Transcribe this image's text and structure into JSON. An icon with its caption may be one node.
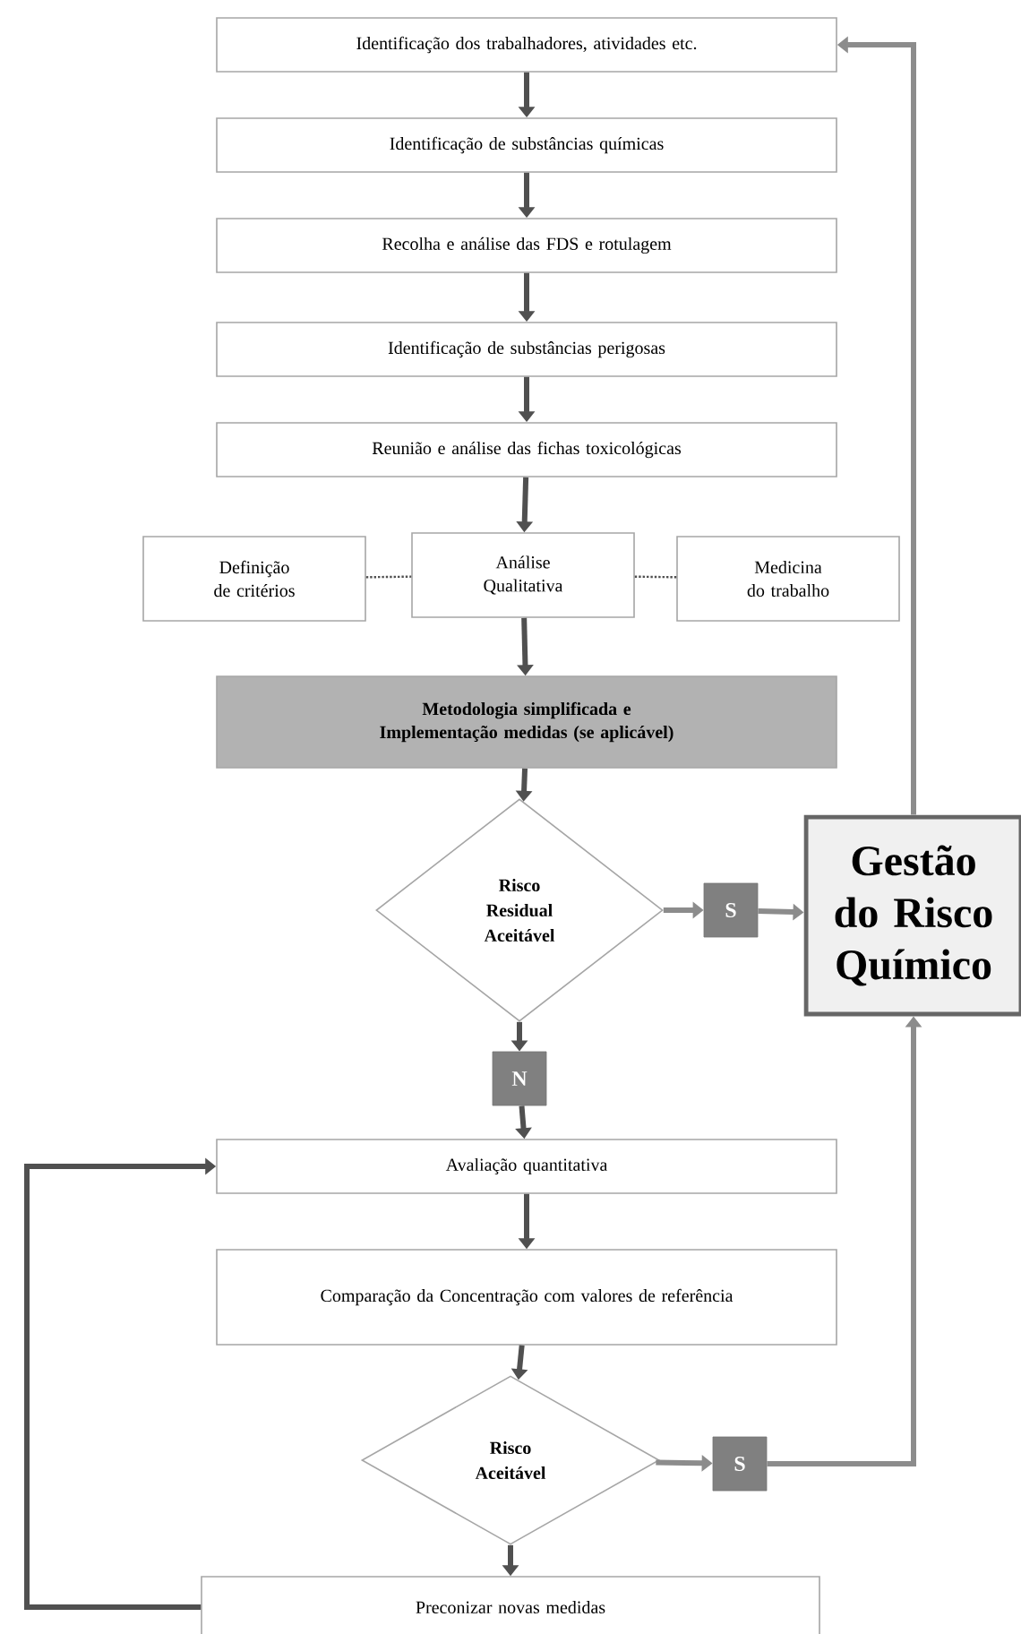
{
  "diagram": {
    "nodes": [
      {
        "text": [
          "Identificação dos trabalhadores, atividades etc."
        ]
      },
      {
        "text": [
          "Identificação de substâncias químicas"
        ]
      },
      {
        "text": [
          "Recolha e análise das FDS e rotulagem"
        ]
      },
      {
        "text": [
          "Identificação de substâncias perigosas"
        ]
      },
      {
        "text": [
          "Reunião e análise das fichas toxicológicas"
        ]
      },
      {
        "text": [
          "Definição de critérios"
        ]
      },
      {
        "text": [
          "Análise Qualitativa"
        ]
      },
      {
        "text": [
          "Medicina do trabalho"
        ]
      },
      {
        "text": [
          "Metodologia simplificada e Implementação medidas (se aplicável)"
        ]
      },
      {
        "text": [
          "Risco Residual Aceitável"
        ]
      },
      {
        "text": [
          "S"
        ]
      },
      {
        "text": [
          "Gestão do Risco Químico"
        ]
      },
      {
        "text": [
          "N"
        ]
      },
      {
        "text": [
          "Avaliação quantitativa"
        ]
      },
      {
        "text": [
          "Comparação da Concentração com valores de referência"
        ]
      },
      {
        "text": [
          "Risco Aceitável"
        ]
      },
      {
        "text": [
          "S"
        ]
      },
      {
        "text": [
          "Preconizar novas medidas"
        ]
      }
    ],
    "edges": [
      {
        "from": 0,
        "to": 1,
        "arrow": "to"
      },
      {
        "from": 1,
        "to": 2,
        "arrow": "to"
      },
      {
        "from": 2,
        "to": 3,
        "arrow": "to"
      },
      {
        "from": 3,
        "to": 4,
        "arrow": "to"
      },
      {
        "from": 4,
        "to": 6,
        "arrow": "to"
      },
      {
        "from": 5,
        "to": 6,
        "arrow": "none",
        "style": "dashed"
      },
      {
        "from": 6,
        "to": 7,
        "arrow": "none",
        "style": "dashed"
      },
      {
        "from": 6,
        "to": 8,
        "arrow": "to"
      },
      {
        "from": 8,
        "to": 9,
        "arrow": "to"
      },
      {
        "from": 9,
        "to": 10,
        "arrow": "to",
        "color": "#8c8c8c"
      },
      {
        "from": 10,
        "to": 11,
        "arrow": "to",
        "color": "#8c8c8c"
      },
      {
        "from": 9,
        "to": 12,
        "arrow": "to"
      },
      {
        "from": 12,
        "to": 13,
        "arrow": "to"
      },
      {
        "from": 13,
        "to": 14,
        "arrow": "to"
      },
      {
        "from": 14,
        "to": 15,
        "arrow": "to"
      },
      {
        "from": 15,
        "to": 16,
        "arrow": "to",
        "color": "#8c8c8c"
      },
      {
        "from": 16,
        "to": 11,
        "arrow": "to",
        "color": "#8c8c8c"
      },
      {
        "from": 11,
        "to": 0,
        "arrow": "to",
        "color": "#8c8c8c"
      },
      {
        "from": 15,
        "to": 17,
        "arrow": "to"
      },
      {
        "from": 17,
        "to": 13,
        "arrow": "to"
      }
    ]
  }
}
